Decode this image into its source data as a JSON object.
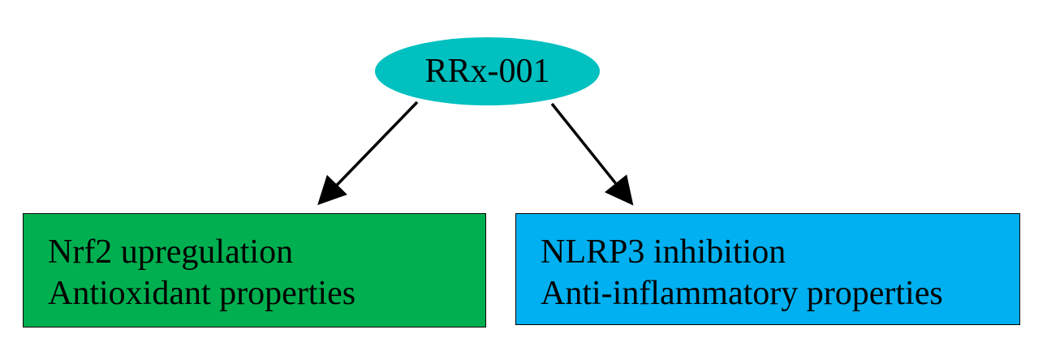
{
  "root": {
    "label": "RRx-001",
    "color": "#00c0c0"
  },
  "branches": [
    {
      "line1": "Nrf2 upregulation",
      "line2": "Antioxidant properties",
      "color": "#00b050"
    },
    {
      "line1": "NLRP3 inhibition",
      "line2": "Anti-inflammatory properties",
      "color": "#00b0f0"
    }
  ],
  "arrow_color": "#000000"
}
